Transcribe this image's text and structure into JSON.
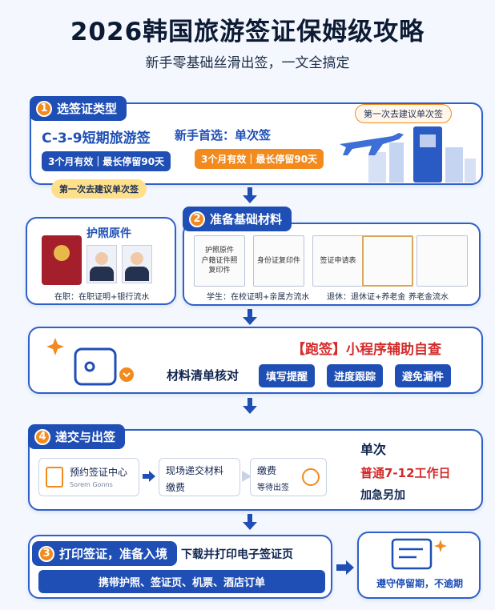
{
  "header": {
    "title": "2026韩国旅游签证保姆级攻略",
    "subtitle": "新手零基础丝滑出签，一文全搞定"
  },
  "step1": {
    "num": "1",
    "title": "选签证类型",
    "visa_name": "C-3-9短期旅游签",
    "visa_badge": "3个月有效｜最长停留90天",
    "tip_left": "第一次去建议单次签",
    "novice_label": "新手首选：单次签",
    "novice_badge": "3个月有效｜最长停留90天",
    "tip_right": "第一次去建议单次签"
  },
  "step2": {
    "num": "2",
    "title": "准备基础材料",
    "passport_title": "护照原件",
    "employed": "在职：在职证明+银行流水",
    "docs": [
      {
        "l1": "护照原件",
        "l2": "户籍证件照",
        "l3": "复印件"
      },
      {
        "l1": "",
        "l2": "身份证复印件",
        "l3": ""
      },
      {
        "l1": "",
        "l2": "签证申请表",
        "l3": ""
      },
      {
        "l1": "",
        "l2": "",
        "l3": ""
      },
      {
        "l1": "",
        "l2": "",
        "l3": ""
      }
    ],
    "student": "学生：在校证明+亲属方流水",
    "retired": "退休：退休证+养老金",
    "retired2": "养老金流水"
  },
  "step3": {
    "headline": "【跑签】小程序辅助自查",
    "label": "材料清单核对",
    "btn1": "填写提醒",
    "btn2": "进度跟踪",
    "btn3": "避免漏件"
  },
  "step4": {
    "num": "4",
    "title": "递交与出签",
    "box1": "预约签证中心",
    "box1_sub": "Sorem Gonns",
    "box2a": "现场递交材料",
    "box2b": "缴费",
    "box3a": "缴费",
    "box3b": "等待出签",
    "single": "单次",
    "days": "普通7-12工作日",
    "extra": "加急另加"
  },
  "step5": {
    "num": "3",
    "title": "打印签证，准备入境",
    "download": "下载并打印电子签证页",
    "carry": "携带护照、签证页、机票、酒店订单",
    "note": "遵守停留期，不逾期"
  },
  "colors": {
    "primary": "#1f4fb5",
    "accent": "#f28a1e",
    "red": "#d42a2a"
  }
}
